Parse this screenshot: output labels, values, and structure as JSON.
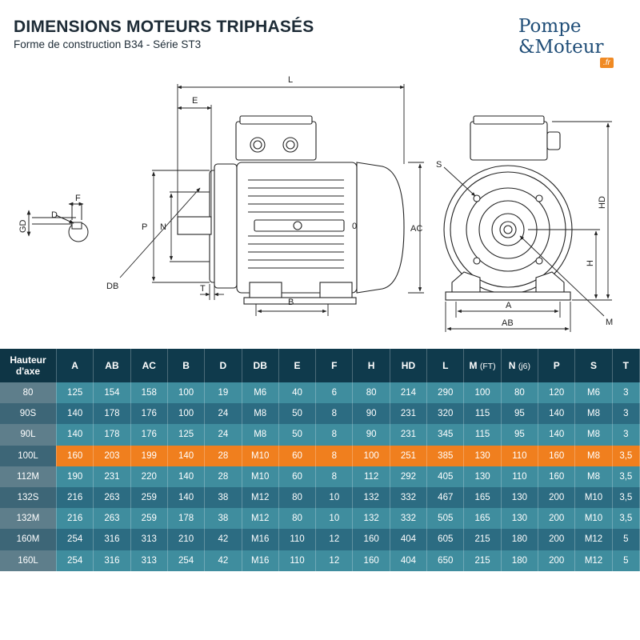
{
  "header": {
    "title": "DIMENSIONS MOTEURS TRIPHASÉS",
    "subtitle": "Forme de construction B34 - Série ST3"
  },
  "logo": {
    "line1": "Pompe",
    "amp": "&",
    "line2": "Moteur",
    "suffix": ".fr",
    "accent_color": "#f08a24",
    "brand_color": "#1f4d77"
  },
  "drawing_labels": {
    "L": "L",
    "E": "E",
    "F": "F",
    "D": "D",
    "GD": "GD",
    "P": "P",
    "N": "N",
    "DB": "DB",
    "T": "T",
    "B": "B",
    "AC": "AC",
    "O": "0",
    "S": "S",
    "HD": "HD",
    "H": "H",
    "A": "A",
    "AB": "AB",
    "M": "M"
  },
  "table": {
    "headers": [
      {
        "label": "Hauteur d'axe",
        "sub": ""
      },
      {
        "label": "A",
        "sub": ""
      },
      {
        "label": "AB",
        "sub": ""
      },
      {
        "label": "AC",
        "sub": ""
      },
      {
        "label": "B",
        "sub": ""
      },
      {
        "label": "D",
        "sub": ""
      },
      {
        "label": "DB",
        "sub": ""
      },
      {
        "label": "E",
        "sub": ""
      },
      {
        "label": "F",
        "sub": ""
      },
      {
        "label": "H",
        "sub": ""
      },
      {
        "label": "HD",
        "sub": ""
      },
      {
        "label": "L",
        "sub": ""
      },
      {
        "label": "M",
        "sub": "(FT)"
      },
      {
        "label": "N",
        "sub": "(j6)"
      },
      {
        "label": "P",
        "sub": ""
      },
      {
        "label": "S",
        "sub": ""
      },
      {
        "label": "T",
        "sub": ""
      }
    ],
    "highlight_row": 3,
    "highlight_color": "#f07f1e",
    "rows": [
      [
        "80",
        "125",
        "154",
        "158",
        "100",
        "19",
        "M6",
        "40",
        "6",
        "80",
        "214",
        "290",
        "100",
        "80",
        "120",
        "M6",
        "3"
      ],
      [
        "90S",
        "140",
        "178",
        "176",
        "100",
        "24",
        "M8",
        "50",
        "8",
        "90",
        "231",
        "320",
        "115",
        "95",
        "140",
        "M8",
        "3"
      ],
      [
        "90L",
        "140",
        "178",
        "176",
        "125",
        "24",
        "M8",
        "50",
        "8",
        "90",
        "231",
        "345",
        "115",
        "95",
        "140",
        "M8",
        "3"
      ],
      [
        "100L",
        "160",
        "203",
        "199",
        "140",
        "28",
        "M10",
        "60",
        "8",
        "100",
        "251",
        "385",
        "130",
        "110",
        "160",
        "M8",
        "3,5"
      ],
      [
        "112M",
        "190",
        "231",
        "220",
        "140",
        "28",
        "M10",
        "60",
        "8",
        "112",
        "292",
        "405",
        "130",
        "110",
        "160",
        "M8",
        "3,5"
      ],
      [
        "132S",
        "216",
        "263",
        "259",
        "140",
        "38",
        "M12",
        "80",
        "10",
        "132",
        "332",
        "467",
        "165",
        "130",
        "200",
        "M10",
        "3,5"
      ],
      [
        "132M",
        "216",
        "263",
        "259",
        "178",
        "38",
        "M12",
        "80",
        "10",
        "132",
        "332",
        "505",
        "165",
        "130",
        "200",
        "M10",
        "3,5"
      ],
      [
        "160M",
        "254",
        "316",
        "313",
        "210",
        "42",
        "M16",
        "110",
        "12",
        "160",
        "404",
        "605",
        "215",
        "180",
        "200",
        "M12",
        "5"
      ],
      [
        "160L",
        "254",
        "316",
        "313",
        "254",
        "42",
        "M16",
        "110",
        "12",
        "160",
        "404",
        "650",
        "215",
        "180",
        "200",
        "M12",
        "5"
      ]
    ]
  }
}
